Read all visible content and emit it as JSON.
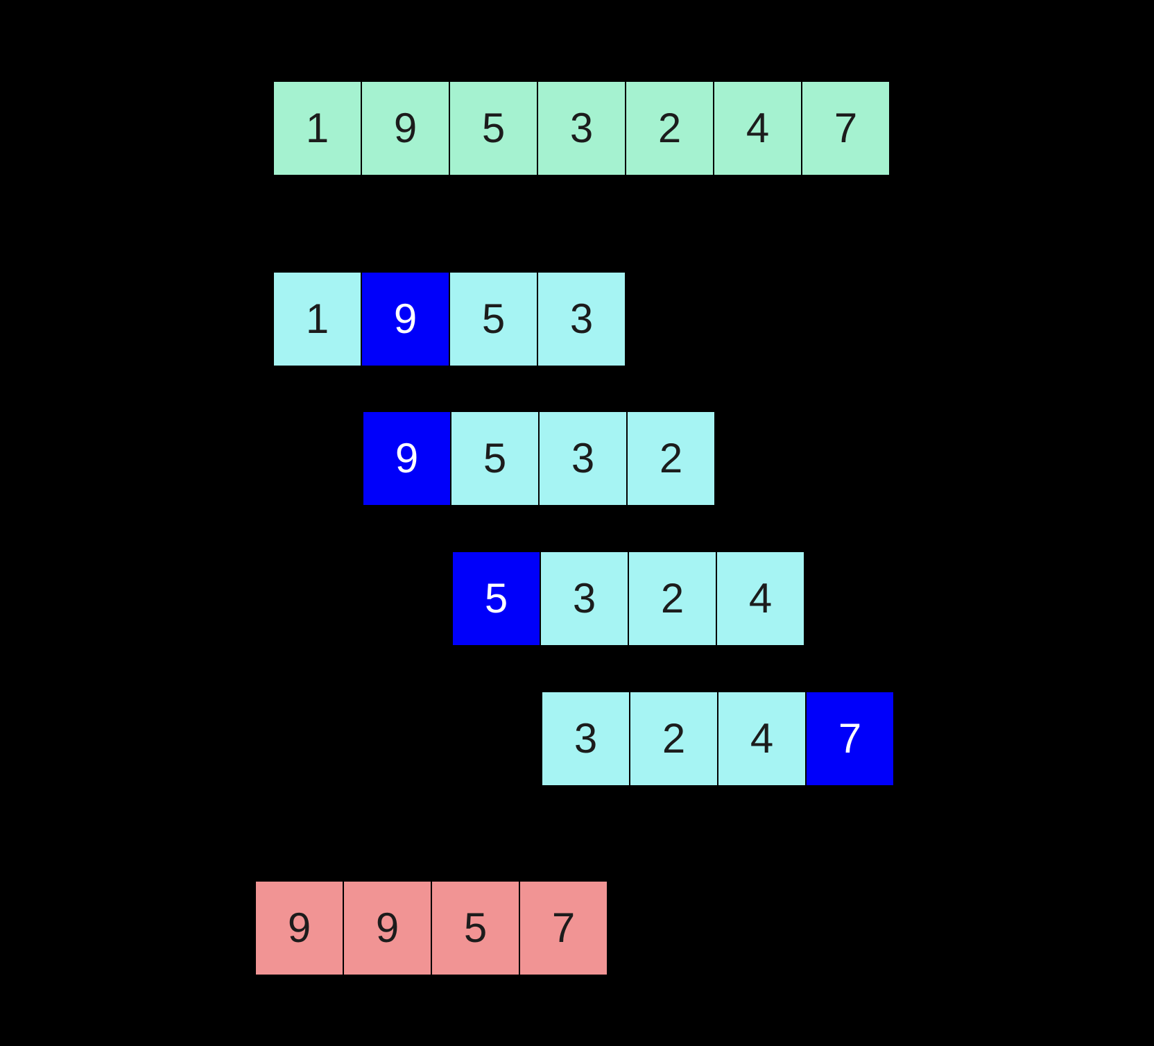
{
  "diagram": {
    "name": "sliding-window-maximum",
    "colors": {
      "background": "#000000",
      "border": "#000000",
      "input-fill": "#a5f2d0",
      "window-fill": "#a6f4f3",
      "max-fill": "#0000fa",
      "result-fill": "#f19494",
      "text-dark": "#1c1c1c",
      "text-light": "#ffffff"
    },
    "input_array": {
      "values": [
        "1",
        "9",
        "5",
        "3",
        "2",
        "4",
        "7"
      ]
    },
    "windows": [
      {
        "values": [
          "1",
          "9",
          "5",
          "3"
        ],
        "max_index": 1,
        "max_value": "9"
      },
      {
        "values": [
          "9",
          "5",
          "3",
          "2"
        ],
        "max_index": 0,
        "max_value": "9"
      },
      {
        "values": [
          "5",
          "3",
          "2",
          "4"
        ],
        "max_index": 0,
        "max_value": "5"
      },
      {
        "values": [
          "3",
          "2",
          "4",
          "7"
        ],
        "max_index": 3,
        "max_value": "7"
      }
    ],
    "result_array": {
      "values": [
        "9",
        "9",
        "5",
        "7"
      ]
    }
  }
}
